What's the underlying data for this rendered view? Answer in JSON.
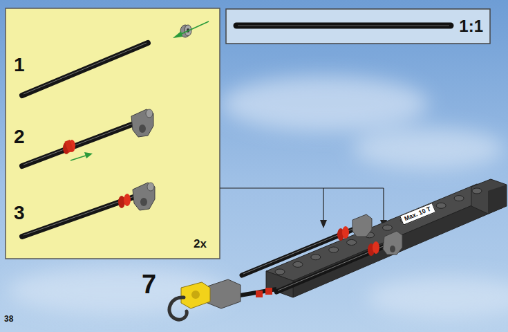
{
  "diagram": {
    "nodes": [
      {
        "text": [
          "1",
          "2",
          "3",
          "2x"
        ]
      },
      {
        "text": [
          "1:1"
        ]
      }
    ],
    "labels": [
      "7",
      "38",
      "Max. 10 T"
    ]
  }
}
